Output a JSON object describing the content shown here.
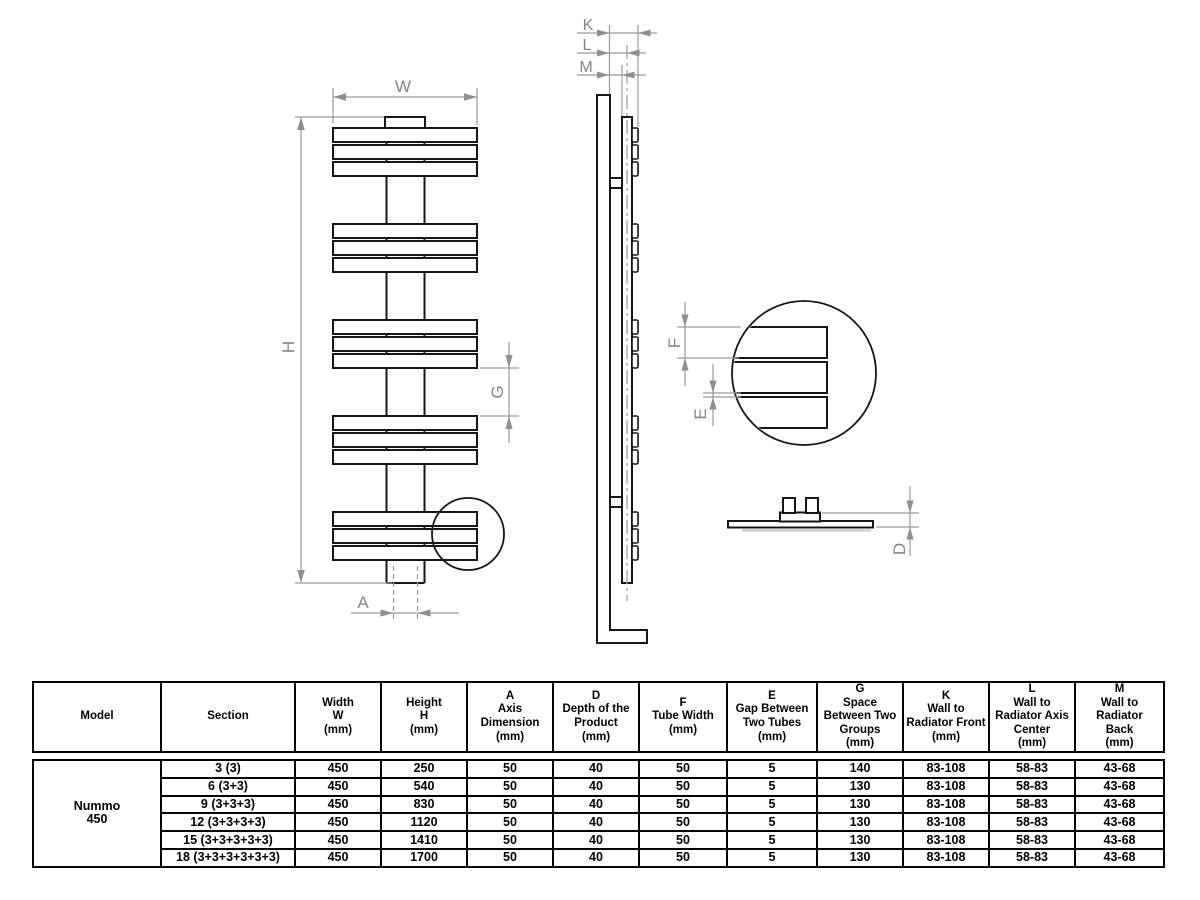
{
  "drawing": {
    "dim_labels": {
      "width": "W",
      "height": "H",
      "group_space": "G",
      "axis": "A",
      "wall_front": "K",
      "wall_axis": "L",
      "wall_back": "M",
      "tube_width": "F",
      "tube_gap": "E",
      "depth": "D"
    },
    "colors": {
      "outline": "#161616",
      "dimension_line": "#9a9a9a",
      "dimension_text": "#868686"
    }
  },
  "table": {
    "headers": [
      "Model",
      "Section",
      "Width\nW\n(mm)",
      "Height\nH\n(mm)",
      "A\nAxis\nDimension\n(mm)",
      "D\nDepth of the\nProduct\n(mm)",
      "F\nTube Width\n(mm)",
      "E\nGap Between\nTwo Tubes\n(mm)",
      "G\nSpace\nBetween Two\nGroups\n(mm)",
      "K\nWall to\nRadiator Front\n(mm)",
      "L\nWall to\nRadiator Axis\nCenter\n(mm)",
      "M\nWall to\nRadiator\nBack\n(mm)"
    ],
    "model": "Nummo\n450",
    "rows": [
      {
        "section": "3 (3)",
        "values": [
          "450",
          "250",
          "50",
          "40",
          "50",
          "5",
          "140",
          "83-108",
          "58-83",
          "43-68"
        ]
      },
      {
        "section": "6 (3+3)",
        "values": [
          "450",
          "540",
          "50",
          "40",
          "50",
          "5",
          "130",
          "83-108",
          "58-83",
          "43-68"
        ]
      },
      {
        "section": "9 (3+3+3)",
        "values": [
          "450",
          "830",
          "50",
          "40",
          "50",
          "5",
          "130",
          "83-108",
          "58-83",
          "43-68"
        ]
      },
      {
        "section": "12 (3+3+3+3)",
        "values": [
          "450",
          "1120",
          "50",
          "40",
          "50",
          "5",
          "130",
          "83-108",
          "58-83",
          "43-68"
        ]
      },
      {
        "section": "15 (3+3+3+3+3)",
        "values": [
          "450",
          "1410",
          "50",
          "40",
          "50",
          "5",
          "130",
          "83-108",
          "58-83",
          "43-68"
        ]
      },
      {
        "section": "18 (3+3+3+3+3+3)",
        "values": [
          "450",
          "1700",
          "50",
          "40",
          "50",
          "5",
          "130",
          "83-108",
          "58-83",
          "43-68"
        ]
      }
    ]
  }
}
